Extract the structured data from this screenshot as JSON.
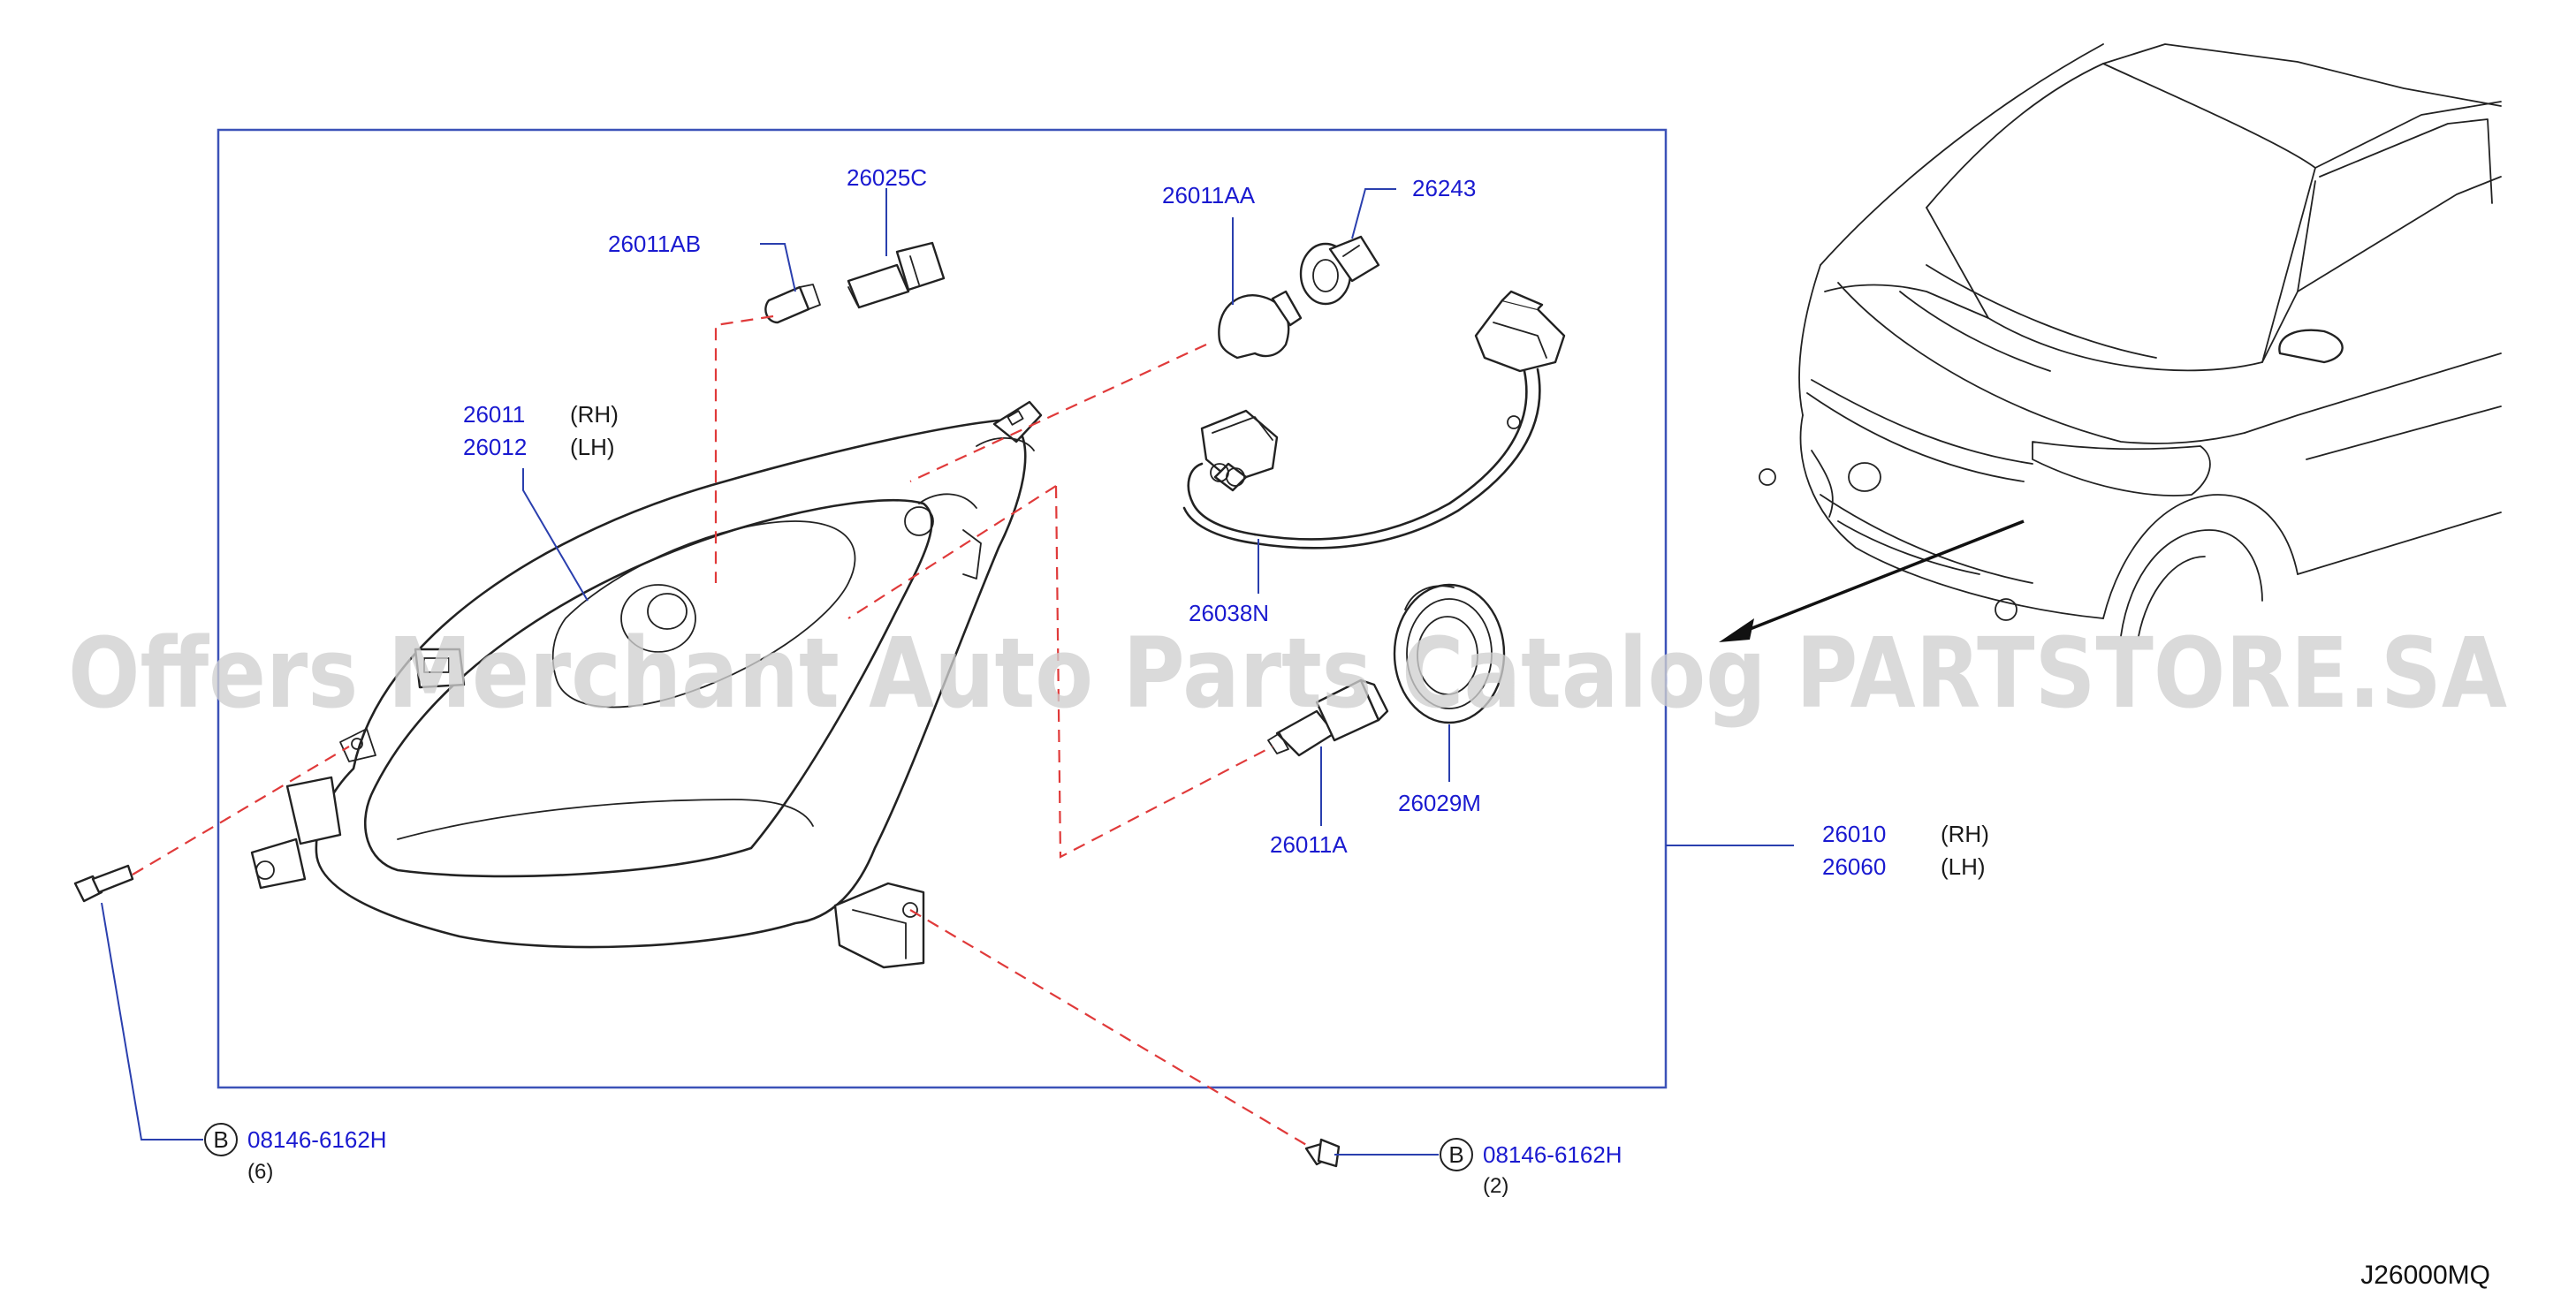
{
  "diagram": {
    "watermark": "Offers Merchant Auto Parts Catalog PARTSTORE.SA",
    "diagram_code": "J26000MQ",
    "parts": {
      "bulb_ab": "26011AB",
      "socket_c": "26025C",
      "bulb_aa": "26011AA",
      "socket_243": "26243",
      "lamp_rh": "26011",
      "lamp_rh_side": "(RH)",
      "lamp_lh": "26012",
      "lamp_lh_side": "(LH)",
      "harness": "26038N",
      "bulb_a": "26011A",
      "cap": "26029M",
      "assy_rh": "26010",
      "assy_rh_side": "(RH)",
      "assy_lh": "26060",
      "assy_lh_side": "(LH)"
    },
    "bolts": [
      {
        "marker": "B",
        "part_no": "08146-6162H",
        "qty": "(6)"
      },
      {
        "marker": "B",
        "part_no": "08146-6162H",
        "qty": "(2)"
      }
    ]
  }
}
